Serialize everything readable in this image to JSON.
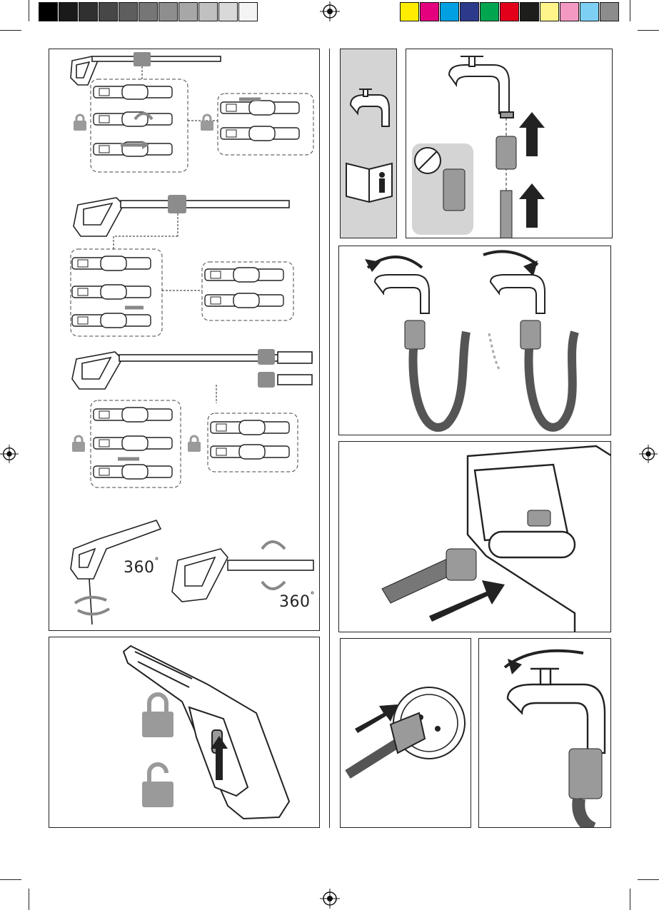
{
  "print_marks": {
    "grayscale_bar": [
      "#000000",
      "#1a1a1a",
      "#303030",
      "#474747",
      "#5e5e5e",
      "#767676",
      "#8e8e8e",
      "#a7a7a7",
      "#c0c0c0",
      "#d9d9d9",
      "#f4f4f4"
    ],
    "color_bar": [
      "#ffec00",
      "#e5007e",
      "#00a0e3",
      "#2c3a8c",
      "#00a54f",
      "#e3001b",
      "#1d1d1b",
      "#fff58a",
      "#f49ac2",
      "#7ecff4",
      "#8c8c8c"
    ],
    "registration_mark_icon": "crosshair-circle"
  },
  "figures": {
    "rotation_label_left": {
      "value": "360",
      "unit": "°"
    },
    "rotation_label_right": {
      "value": "360",
      "unit": "°"
    }
  },
  "icons": {
    "lock": "padlock-closed-icon",
    "unlock": "padlock-open-icon",
    "faucet": "faucet-icon",
    "manual": "info-manual-icon"
  },
  "colors": {
    "line": "#222222",
    "grey_fill": "#9a9a9a",
    "panel_grey": "#d4d4d4",
    "callout_grey": "#8c8c8c"
  }
}
